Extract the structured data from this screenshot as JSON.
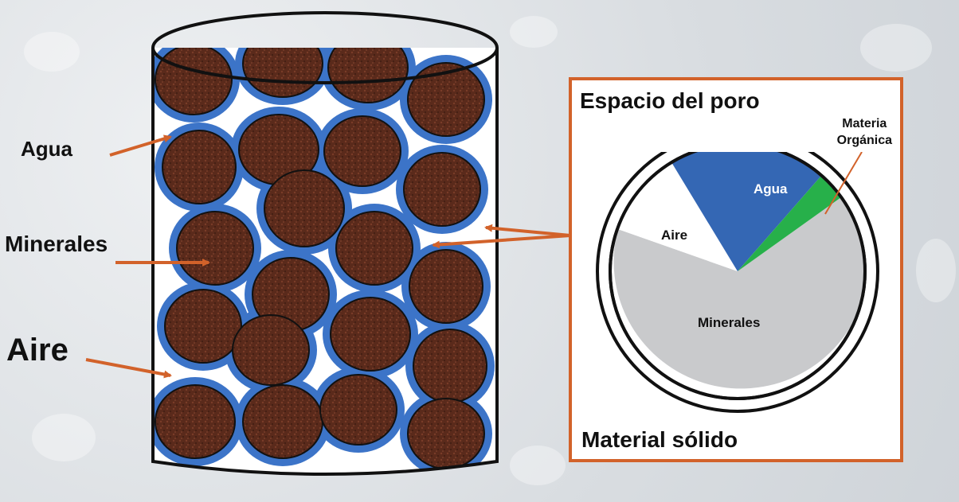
{
  "labels": {
    "water": "Agua",
    "minerals": "Minerales",
    "air": "Aire"
  },
  "panel": {
    "title_top": "Espacio del poro",
    "title_bottom": "Material sólido",
    "organic_matter_line1": "Materia",
    "organic_matter_line2": "Orgánica"
  },
  "pie": {
    "slices": [
      {
        "label": "Agua",
        "color": "#3467b4"
      },
      {
        "label": "Aire",
        "color": "#ffffff"
      },
      {
        "label": "Minerales",
        "color": "#c9cacc"
      },
      {
        "label": "Materia Orgánica",
        "color": "#27b04a"
      }
    ]
  },
  "colors": {
    "arrow": "#d2622a",
    "water": "#3c74c8",
    "soil": "#5b2a1c",
    "panel_border": "#d2622a"
  }
}
